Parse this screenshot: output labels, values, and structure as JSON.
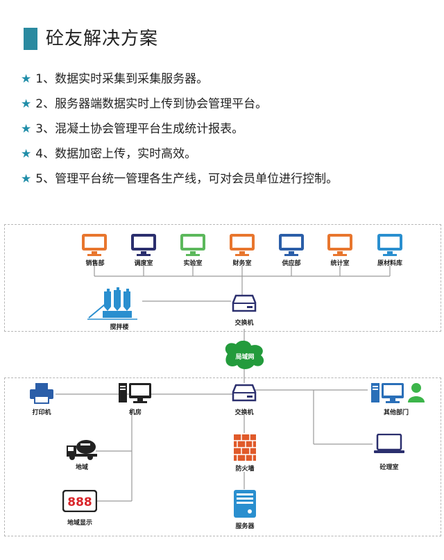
{
  "header": {
    "title": "砼友解决方案"
  },
  "bullets": [
    "1、数据实时采集到采集服务器。",
    "2、服务器端数据实时上传到协会管理平台。",
    "3、混凝土协会管理平台生成统计报表。",
    "4、数据加密上传，实时高效。",
    "5、管理平台统一管理各生产线，可对会员单位进行控制。"
  ],
  "star": "★",
  "diagram": {
    "top_departments": [
      {
        "label": "销售部",
        "color": "#e8762e"
      },
      {
        "label": "调度室",
        "color": "#2b2f6e"
      },
      {
        "label": "实验室",
        "color": "#5cb85c"
      },
      {
        "label": "财务室",
        "color": "#e8762e"
      },
      {
        "label": "供应部",
        "color": "#2b5ea8"
      },
      {
        "label": "统计室",
        "color": "#e8762e"
      },
      {
        "label": "原材料库",
        "color": "#2a8fcf"
      }
    ],
    "mixing_plant": "搅拌楼",
    "switch_top": "交换机",
    "lan": "局域网",
    "printer": "打印机",
    "machine_room": "机房",
    "switch_bottom": "交换机",
    "other_depts": "其他部门",
    "truck": "地域",
    "firewall": "防火墙",
    "lab_room": "砼理室",
    "display": "地域显示",
    "display_digits": "888",
    "server": "服务器"
  }
}
